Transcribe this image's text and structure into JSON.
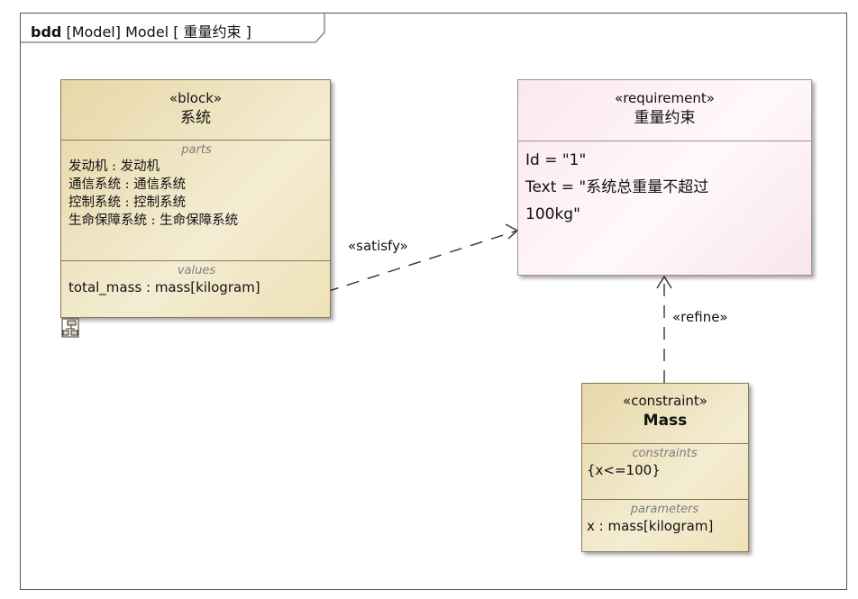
{
  "frame": {
    "kind": "bdd",
    "title": "[Model] Model [ 重量约束 ]"
  },
  "block_system": {
    "stereotype": "«block»",
    "name": "系统",
    "parts_title": "parts",
    "parts": [
      "发动机 : 发动机",
      "通信系统 : 通信系统",
      "控制系统 : 控制系统",
      "生命保障系统 : 生命保障系统"
    ],
    "values_title": "values",
    "values": [
      "total_mass : mass[kilogram]"
    ]
  },
  "requirement": {
    "stereotype": "«requirement»",
    "name": "重量约束",
    "id_line": "Id = \"1\"",
    "text_line1": "Text = \"系统总重量不超过",
    "text_line2": "100kg\""
  },
  "constraint_block": {
    "stereotype": "«constraint»",
    "name": "Mass",
    "constraints_title": "constraints",
    "constraints": [
      "{x<=100}"
    ],
    "parameters_title": "parameters",
    "parameters": [
      "x : mass[kilogram]"
    ]
  },
  "relations": {
    "satisfy_label": "«satisfy»",
    "refine_label": "«refine»"
  },
  "icons": {
    "structure_icon": "internal-structure-icon"
  }
}
